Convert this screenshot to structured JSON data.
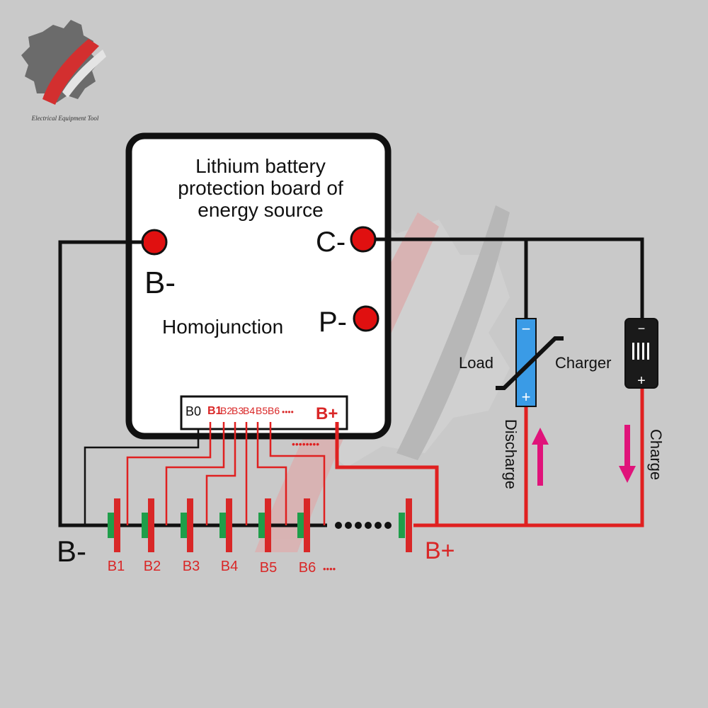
{
  "logo": {
    "caption": "Electrical Equipment Tool"
  },
  "board": {
    "title_line1": "Lithium battery",
    "title_line2": "protection board of",
    "title_line3": "energy source",
    "label_b_minus": "B-",
    "label_c_minus": "C-",
    "label_p_minus": "P-",
    "label_homojunction": "Homojunction",
    "connector": {
      "b0": "B0",
      "b1": "B1",
      "b2": "B2",
      "b3": "B3",
      "b4": "B4",
      "b5": "B5",
      "b6": "B6",
      "dots": "••••",
      "b_plus": "B+"
    }
  },
  "battery_pack": {
    "cell_labels": [
      "B1",
      "B2",
      "B3",
      "B4",
      "B5",
      "B6"
    ],
    "dots": "••••",
    "label_b_minus": "B-",
    "label_b_plus": "B+"
  },
  "load": {
    "label": "Load",
    "minus": "−",
    "plus": "+",
    "flow_label": "Discharge"
  },
  "charger": {
    "label": "Charger",
    "minus": "−",
    "plus": "+",
    "flow_label": "Charge"
  },
  "colors": {
    "background": "#c9c9c9",
    "wire_black": "#111111",
    "wire_red": "#e02020",
    "terminal_red": "#e01010",
    "cell_green": "#1f9e4a",
    "cell_red": "#d92727",
    "load_blue": "#3a9be6",
    "arrow_magenta": "#e0137a",
    "watermark_red": "#d84a4a",
    "watermark_gray": "#8a8a8a"
  }
}
